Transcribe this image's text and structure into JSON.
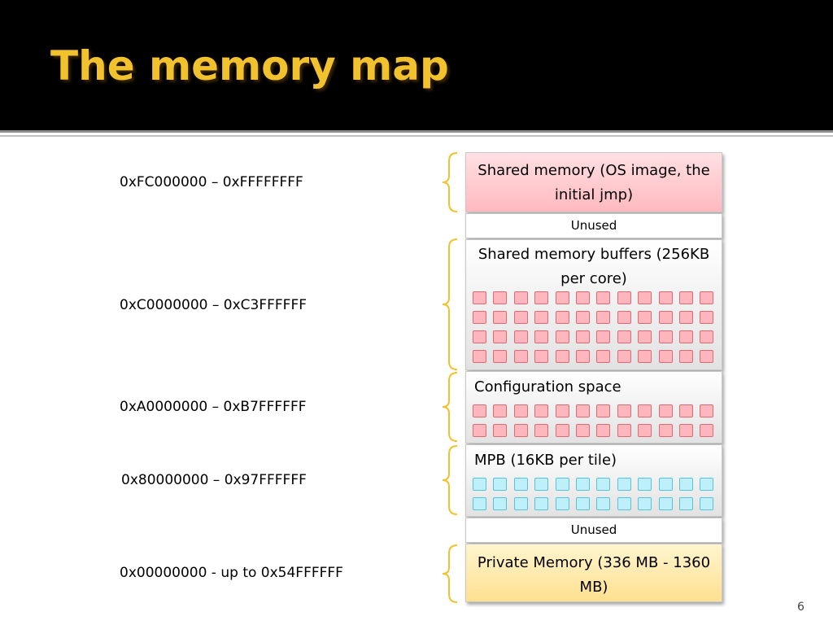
{
  "title": "The memory map",
  "page_number": "6",
  "colors": {
    "title": "#f2c22e",
    "brace": "#f2c22e",
    "shared_os_fill": "#ffc8cc",
    "private_fill": "#ffe9a6",
    "pink_cell": "#ffb6bc",
    "cyan_cell": "#bdf0fb"
  },
  "regions": [
    {
      "address": "0xFC000000 – 0xFFFFFFFF",
      "label": "Shared memory (OS image, the initial jmp)"
    },
    {
      "address": "",
      "label": "Unused"
    },
    {
      "address": "0xC0000000 – 0xC3FFFFFF",
      "label": "Shared memory buffers (256KB per core)"
    },
    {
      "address": "0xA0000000 – 0xB7FFFFFF",
      "label": "Configuration space"
    },
    {
      "address": "0x80000000 – 0x97FFFFFF",
      "label": "MPB (16KB per tile)"
    },
    {
      "address": "",
      "label": "Unused"
    },
    {
      "address": "0x00000000 - up to 0x54FFFFFF",
      "label": "Private Memory (336 MB - 1360 MB)"
    }
  ],
  "grids": {
    "shared_buffers": {
      "rows": 4,
      "cols": 12,
      "color": "pink"
    },
    "config_space": {
      "rows": 2,
      "cols": 12,
      "color": "pink"
    },
    "mpb": {
      "rows": 2,
      "cols": 12,
      "color": "cyan"
    }
  }
}
